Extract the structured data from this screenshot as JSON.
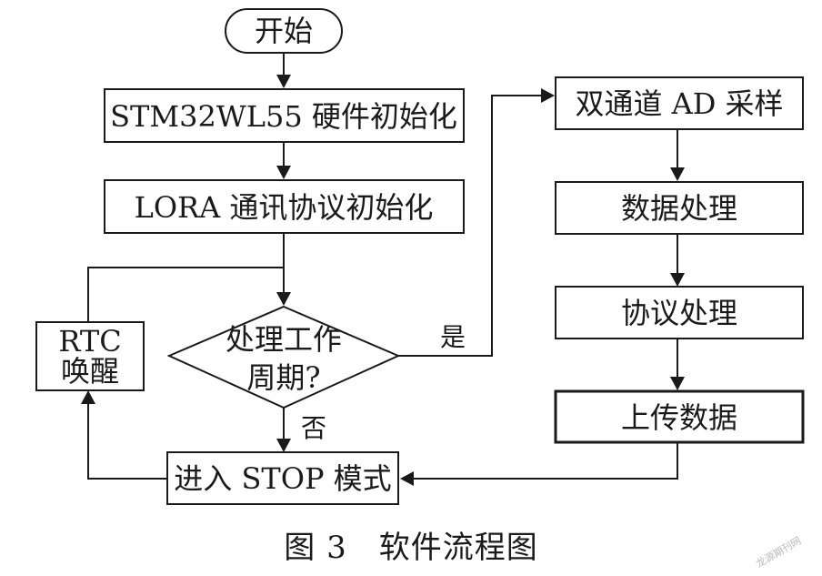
{
  "nodes": {
    "start": "开始",
    "hw_init": "STM32WL55 硬件初始化",
    "lora_init": "LORA 通讯协议初始化",
    "decision_line1": "处理工作",
    "decision_line2": "周期?",
    "rtc_line1": "RTC",
    "rtc_line2": "唤醒",
    "stop_mode": "进入 STOP 模式",
    "ad_sample": "双通道 AD 采样",
    "data_proc": "数据处理",
    "proto_proc": "协议处理",
    "upload": "上传数据"
  },
  "edges": {
    "yes_label": "是",
    "no_label": "否"
  },
  "caption": "图 3　软件流程图",
  "watermark": "龙源期刊网"
}
